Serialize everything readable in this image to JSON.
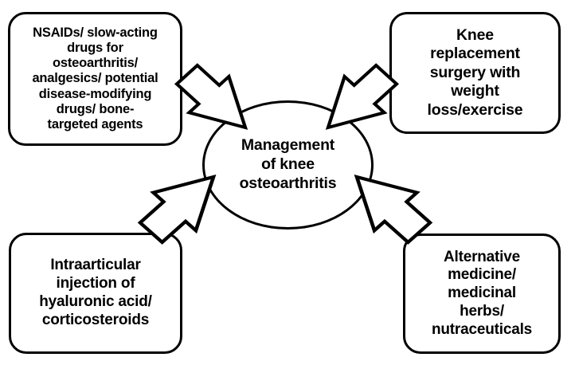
{
  "diagram": {
    "title": "Management of knee osteoarthritis",
    "type": "hub-and-spoke",
    "center": {
      "label": "Management\nof knee\nosteoarthritis",
      "lines": [
        "Management",
        "of knee",
        "osteoarthritis"
      ],
      "shape": "ellipse"
    },
    "nodes": [
      {
        "id": "top-left",
        "shape": "rounded-rectangle",
        "lines": [
          "NSAIDs/ slow-acting",
          "drugs for",
          "osteoarthritis/",
          "analgesics/ potential",
          "disease-modifying",
          "drugs/ bone-",
          "targeted agents"
        ],
        "text": "NSAIDs/ slow-acting drugs for osteoarthritis/ analgesics/ potential disease-modifying drugs/ bone-targeted agents"
      },
      {
        "id": "top-right",
        "shape": "rounded-rectangle",
        "lines": [
          "Knee",
          "replacement",
          "surgery with",
          "weight",
          "loss/exercise"
        ],
        "text": "Knee replacement surgery with weight loss/exercise"
      },
      {
        "id": "bottom-left",
        "shape": "rounded-rectangle",
        "lines": [
          "Intraarticular",
          "injection of",
          "hyaluronic acid/",
          "corticosteroids"
        ],
        "text": "Intraarticular injection of hyaluronic acid/ corticosteroids"
      },
      {
        "id": "bottom-right",
        "shape": "rounded-rectangle",
        "lines": [
          "Alternative",
          "medicine/",
          "medicinal",
          "herbs/",
          "nutraceuticals"
        ],
        "text": "Alternative medicine/ medicinal herbs/ nutraceuticals"
      }
    ],
    "arrows": [
      {
        "id": "arrow-top-left",
        "from": "top-left",
        "to": "center",
        "direction": "down-right"
      },
      {
        "id": "arrow-top-right",
        "from": "top-right",
        "to": "center",
        "direction": "down-left"
      },
      {
        "id": "arrow-bottom-left",
        "from": "bottom-left",
        "to": "center",
        "direction": "up-right"
      },
      {
        "id": "arrow-bottom-right",
        "from": "bottom-right",
        "to": "center",
        "direction": "up-left"
      }
    ],
    "colors": {
      "background": "#ffffff",
      "stroke": "#000000",
      "fill": "#ffffff",
      "text": "#000000"
    }
  }
}
